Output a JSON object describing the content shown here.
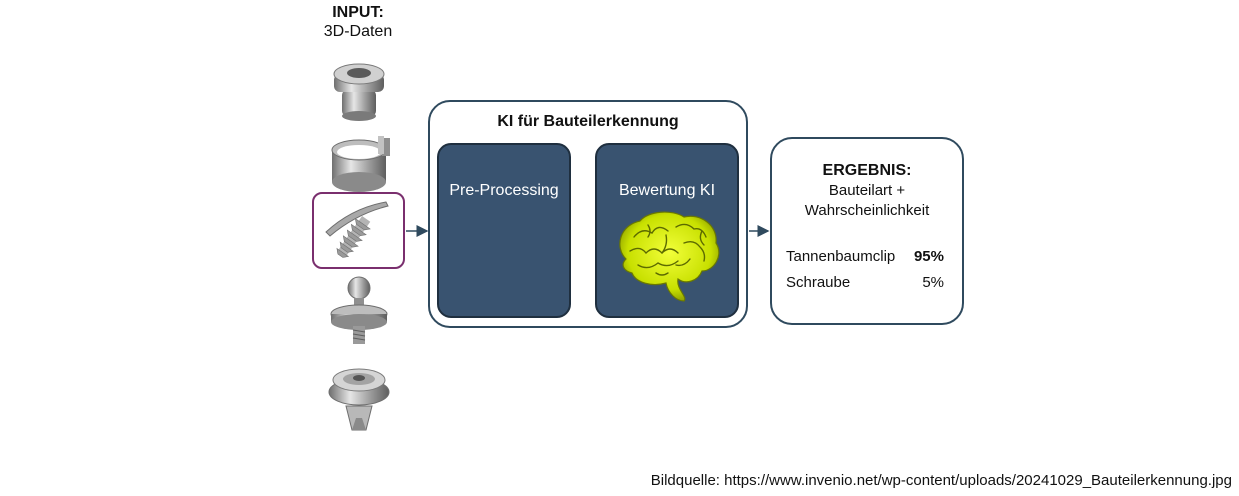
{
  "input": {
    "title": "INPUT:",
    "subtitle": "3D-Daten"
  },
  "parts": [
    {
      "icon": "grommet-part-icon",
      "selected": false
    },
    {
      "icon": "hose-clamp-part-icon",
      "selected": false
    },
    {
      "icon": "fir-tree-clip-part-icon",
      "selected": true
    },
    {
      "icon": "ball-stud-part-icon",
      "selected": false
    },
    {
      "icon": "push-rivet-part-icon",
      "selected": false
    }
  ],
  "ki": {
    "title": "KI für Bauteilerkennung",
    "step1": "Pre-Processing",
    "step2": "Bewertung KI",
    "brain_icon": "brain-icon"
  },
  "result": {
    "title": "ERGEBNIS:",
    "subtitle_line1": "Bauteilart +",
    "subtitle_line2": "Wahrscheinlichkeit",
    "rows": [
      {
        "label": "Tannenbaumclip",
        "value": "95%",
        "bold": true
      },
      {
        "label": "Schraube",
        "value": "5%",
        "bold": false
      }
    ]
  },
  "source": "Bildquelle: https://www.invenio.net/wp-content/uploads/20241029_Bauteilerkennung.jpg",
  "colors": {
    "box_fill": "#395370",
    "box_border": "#2f4a5e",
    "selected_border": "#7a2f6e",
    "brain": "#c8e000"
  }
}
